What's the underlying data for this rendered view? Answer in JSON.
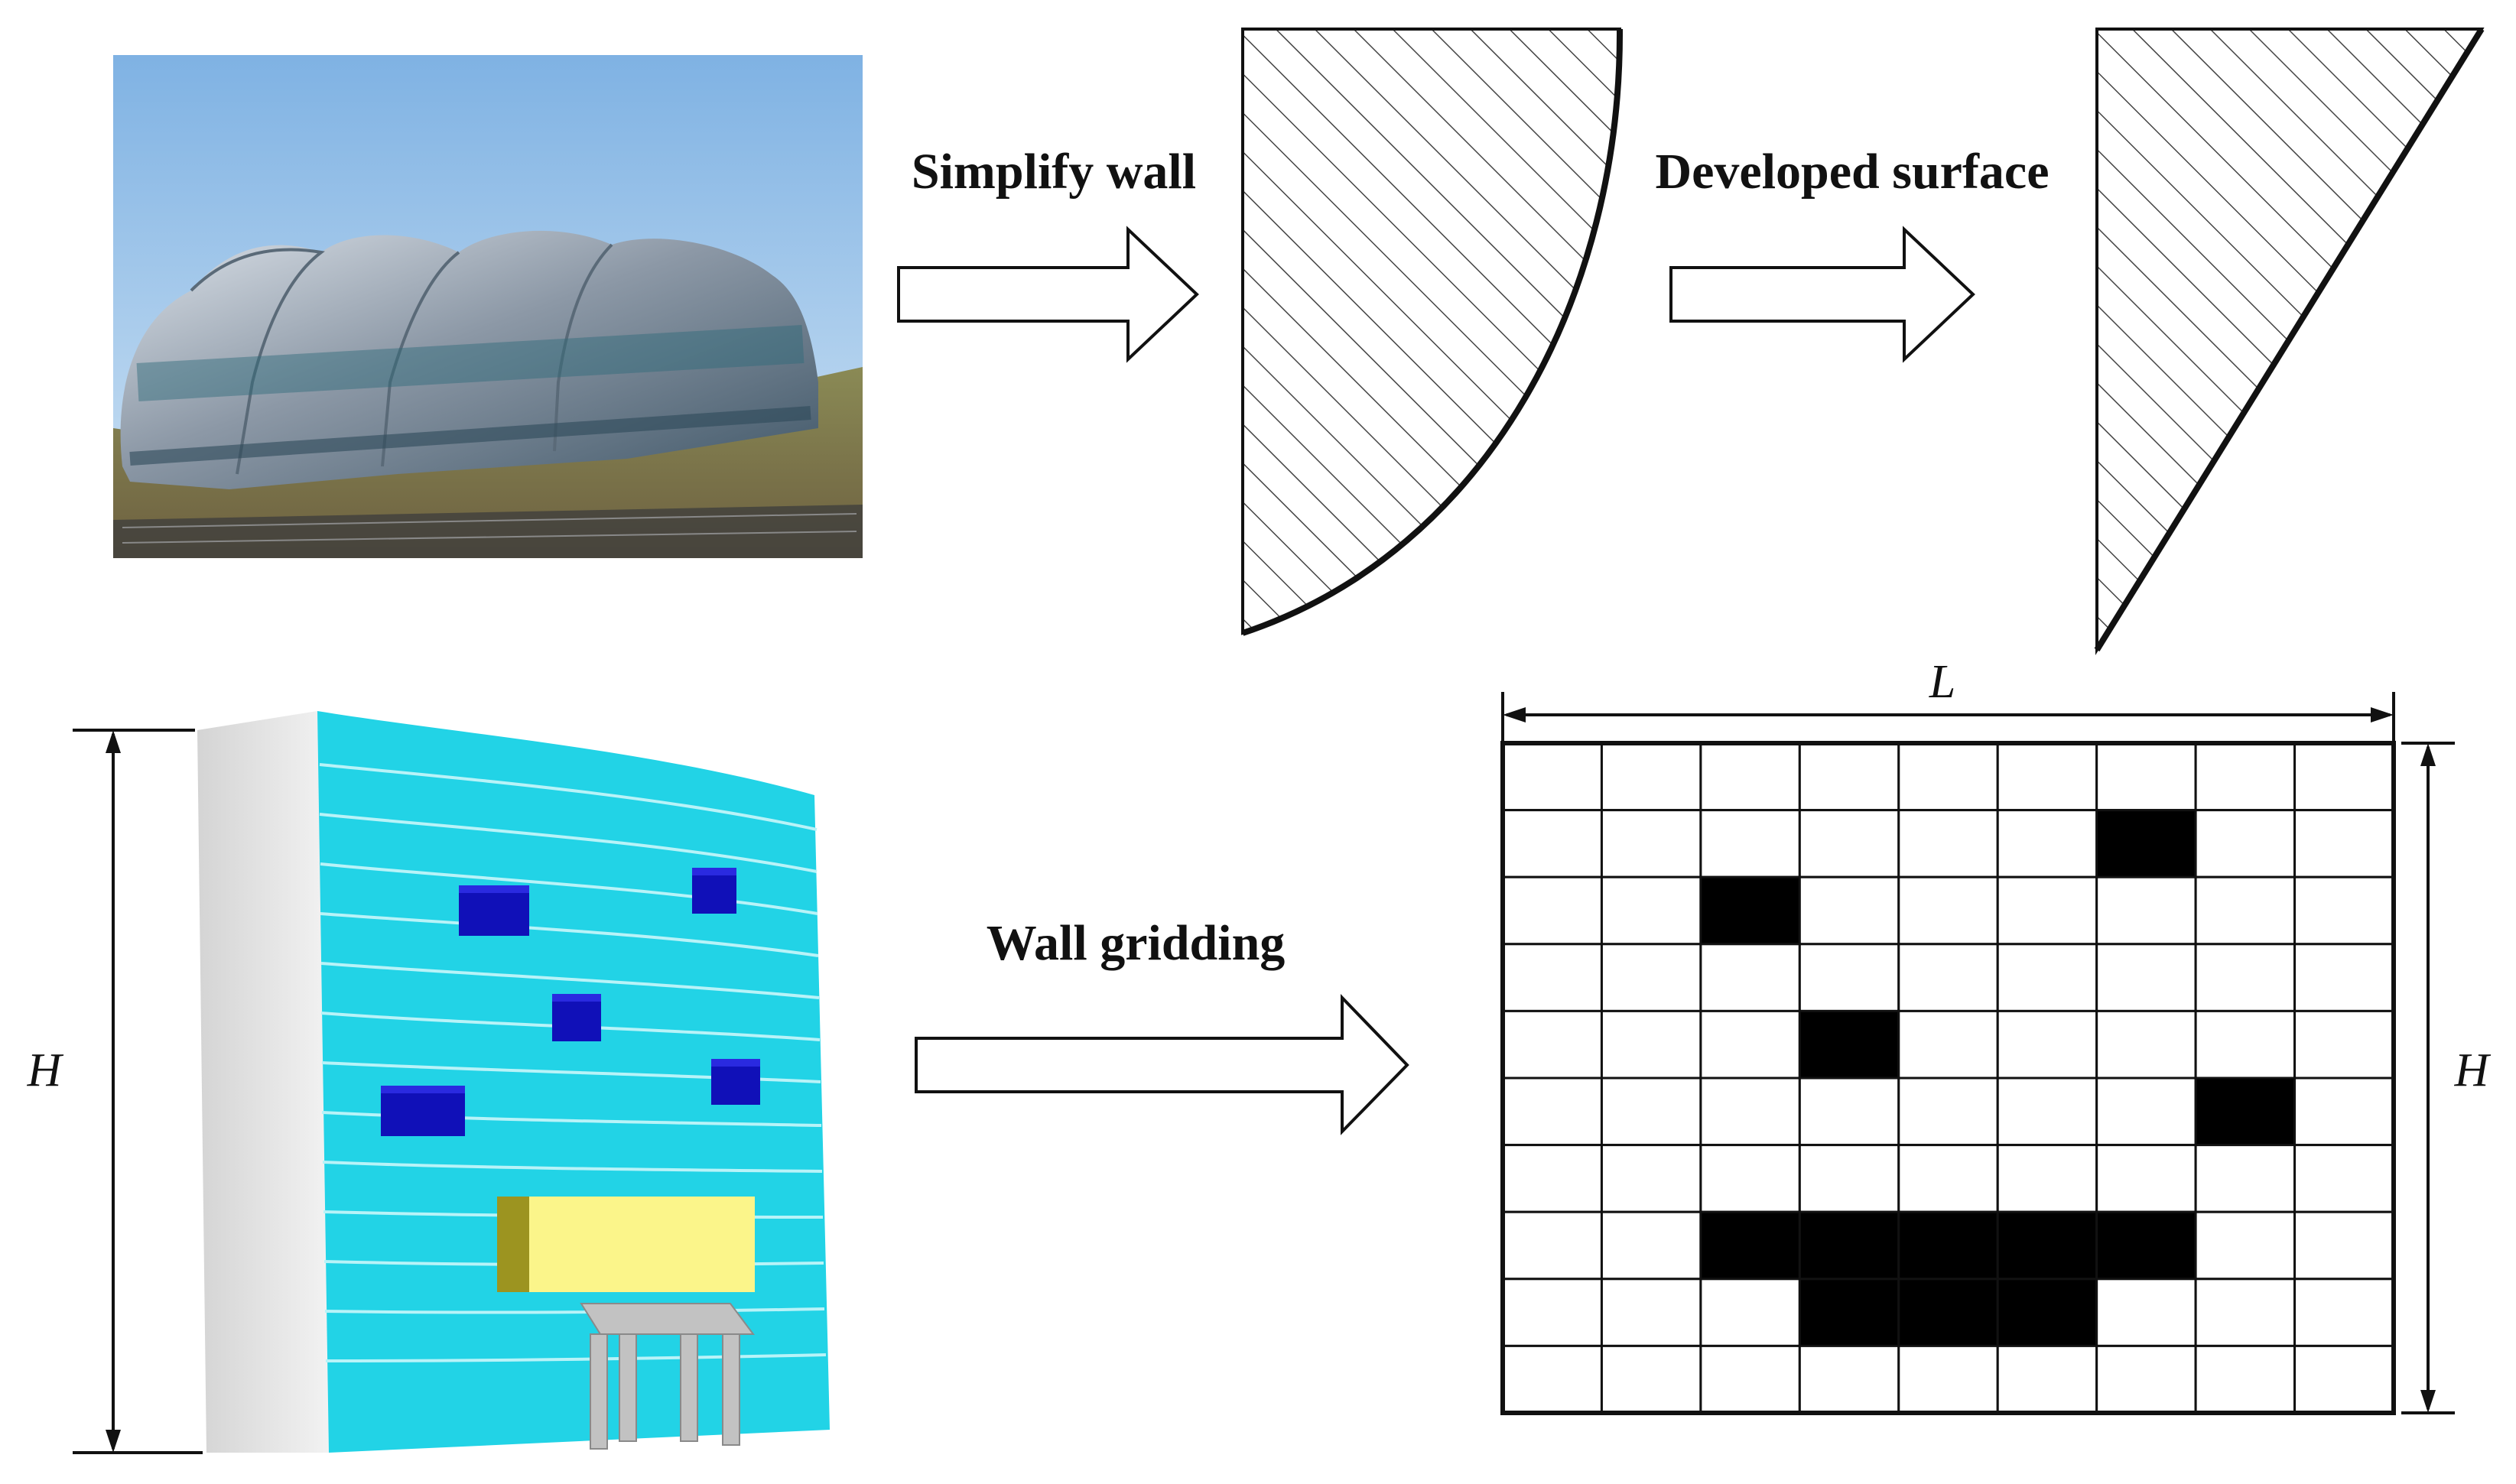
{
  "labels": {
    "simplify": "Simplify wall",
    "developed": "Developed surface",
    "gridding": "Wall gridding",
    "length": "L",
    "height_left": "H",
    "height_right": "H"
  },
  "grid": {
    "rows": 10,
    "cols": 9,
    "filled_cells": [
      [
        1,
        6
      ],
      [
        2,
        2
      ],
      [
        4,
        3
      ],
      [
        5,
        7
      ],
      [
        7,
        2
      ],
      [
        7,
        3
      ],
      [
        7,
        4
      ],
      [
        7,
        5
      ],
      [
        7,
        6
      ],
      [
        8,
        3
      ],
      [
        8,
        4
      ],
      [
        8,
        5
      ]
    ]
  },
  "colors": {
    "facade": "#22d3e6",
    "facade_line": "#b8f3f8",
    "side_wall": "#e3e3e3",
    "window": "#1010b8",
    "banner": "#fbf58a",
    "banner_side": "#9c9420",
    "entrance": "#c2c2c2",
    "hatch": "#444444",
    "filled_cell": "#000000"
  }
}
